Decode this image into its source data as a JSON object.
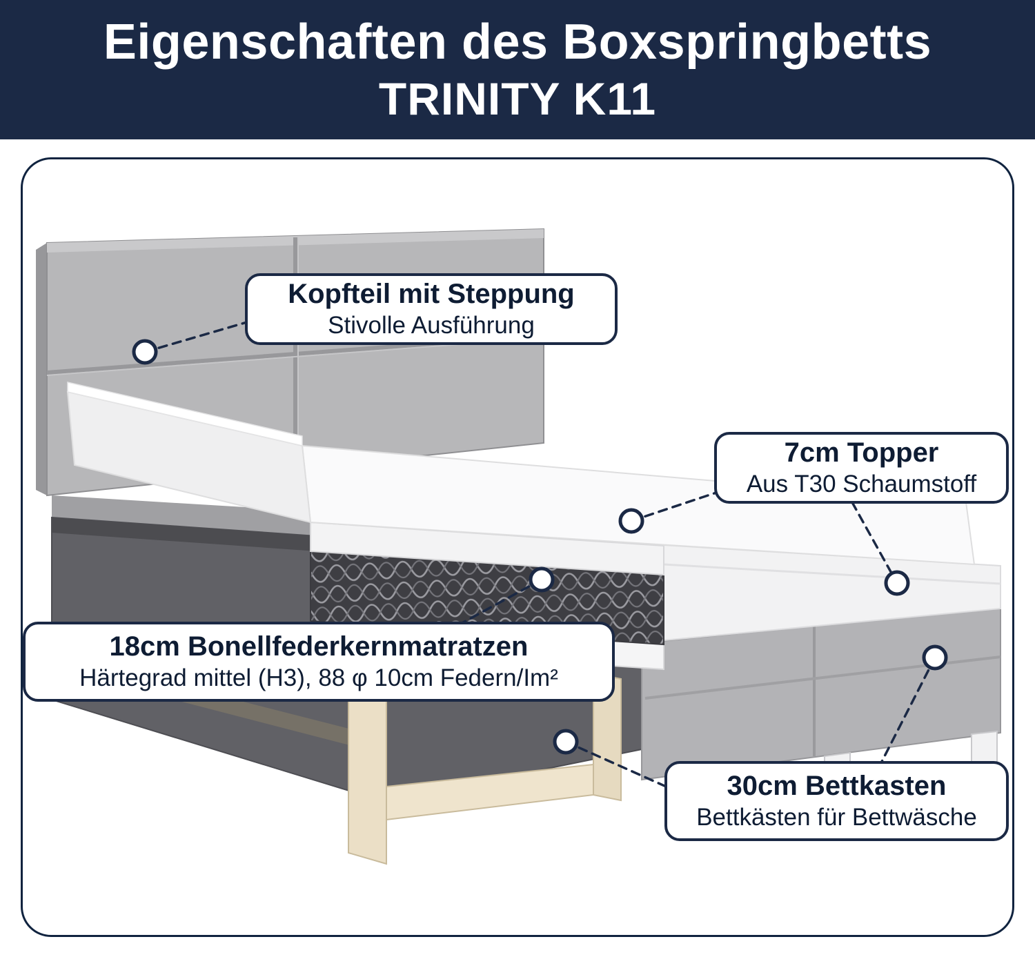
{
  "header": {
    "title_line1": "Eigenschaften des Boxspringbetts",
    "title_line2": "TRINITY K11"
  },
  "callouts": {
    "kopfteil": {
      "title": "Kopfteil mit Steppung",
      "subtitle": "Stivolle Ausführung"
    },
    "topper": {
      "title": "7cm Topper",
      "subtitle": "Aus T30 Schaumstoff"
    },
    "matratze": {
      "title": "18cm Bonellfederkernmatratzen",
      "subtitle": "Härtegrad mittel (H3), 88 φ 10cm Federn/Im²"
    },
    "bettkasten": {
      "title": "30cm Bettkasten",
      "subtitle": "Bettkästen für Bettwäsche"
    }
  },
  "colors": {
    "navy": "#1b2945",
    "bed_gray": "#b7b7b9",
    "interior_gray": "#616166",
    "wood_beige": "#ebdfc6",
    "text_dark": "#0e1c33"
  }
}
